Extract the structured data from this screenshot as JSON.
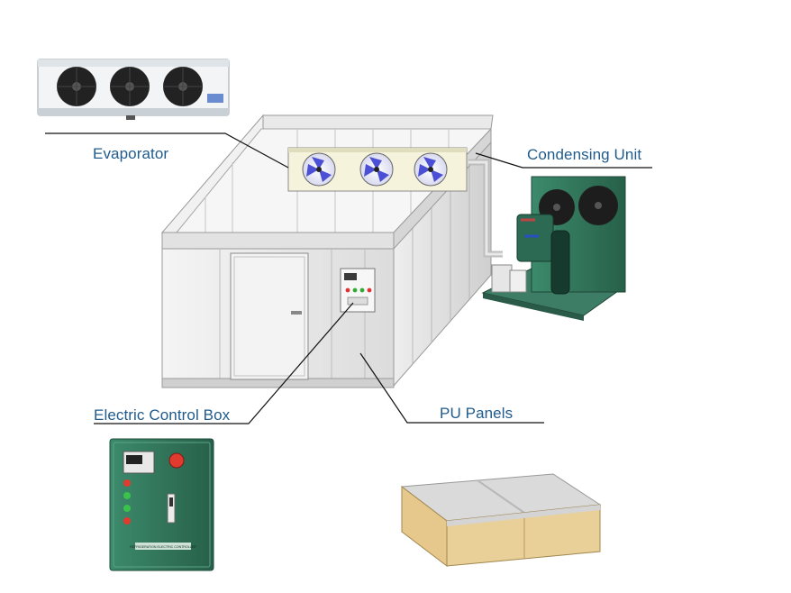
{
  "labels": {
    "evaporator": "Evaporator",
    "condensing_unit": "Condensing Unit",
    "control_box": "Electric Control Box",
    "pu_panels": "PU Panels"
  },
  "control_box_panel_text": "REFRIGERATION ELECTRIC CONTROLLER",
  "colors": {
    "label": "#1f5b8c",
    "condensing_unit_body": "#2f6b57",
    "control_box_body": "#2e7a5f",
    "evaporator_body": "#eef1f4",
    "fan_blade": "#4a4fd6",
    "panel_foam": "#e3c98f",
    "panel_skin": "#dcdcdc"
  },
  "icons": [
    "evaporator-unit",
    "condensing-unit",
    "cold-room",
    "control-box",
    "pu-panel"
  ]
}
